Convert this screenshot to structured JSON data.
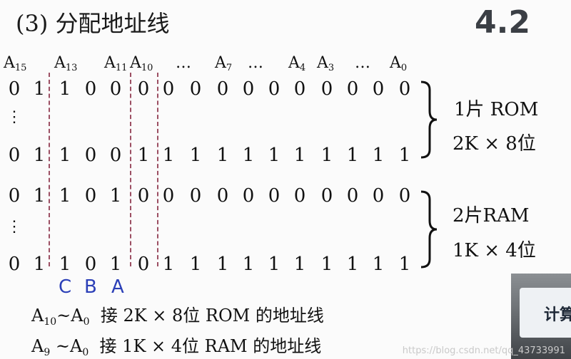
{
  "header": {
    "title": "(3) 分配地址线",
    "section_number": "4.2"
  },
  "address_labels": [
    {
      "base": "A",
      "sub": "15"
    },
    {
      "base": "A",
      "sub": "13"
    },
    {
      "base": "A",
      "sub": "11"
    },
    {
      "base": "A",
      "sub": "10"
    },
    {
      "base": "…",
      "sub": ""
    },
    {
      "base": "A",
      "sub": "7"
    },
    {
      "base": "…",
      "sub": ""
    },
    {
      "base": "A",
      "sub": "4"
    },
    {
      "base": "A",
      "sub": "3"
    },
    {
      "base": "…",
      "sub": ""
    },
    {
      "base": "A",
      "sub": "0"
    }
  ],
  "rows": {
    "rom_start": [
      "0",
      "1",
      "1",
      "0",
      "0",
      "0",
      "0",
      "0",
      "0",
      "0",
      "0",
      "0",
      "0",
      "0",
      "0",
      "0"
    ],
    "rom_end": [
      "0",
      "1",
      "1",
      "0",
      "0",
      "1",
      "1",
      "1",
      "1",
      "1",
      "1",
      "1",
      "1",
      "1",
      "1",
      "1"
    ],
    "ram_start": [
      "0",
      "1",
      "1",
      "0",
      "1",
      "0",
      "0",
      "0",
      "0",
      "0",
      "0",
      "0",
      "0",
      "0",
      "0",
      "0"
    ],
    "ram_end": [
      "0",
      "1",
      "1",
      "0",
      "1",
      "0",
      "1",
      "1",
      "1",
      "1",
      "1",
      "1",
      "1",
      "1",
      "1",
      "1"
    ]
  },
  "vertical_ellipsis": "⋮",
  "rom_group": {
    "line1": "1片 ROM",
    "line2": "2K × 8位"
  },
  "ram_group": {
    "line1": "2片RAM",
    "line2": "1K × 4位"
  },
  "select_lines": [
    "C",
    "B",
    "A"
  ],
  "notes": [
    {
      "from": "A",
      "from_sub": "10",
      "to": "A",
      "to_sub": "0",
      "text": "接 2K × 8位 ROM 的地址线"
    },
    {
      "from": "A",
      "from_sub": "9",
      "to": "A",
      "to_sub": "0",
      "text": "接 1K × 4位 RAM 的地址线"
    }
  ],
  "video_overlay": {
    "text": "计算"
  },
  "watermark": "https://blog.csdn.net/qq_43733991"
}
